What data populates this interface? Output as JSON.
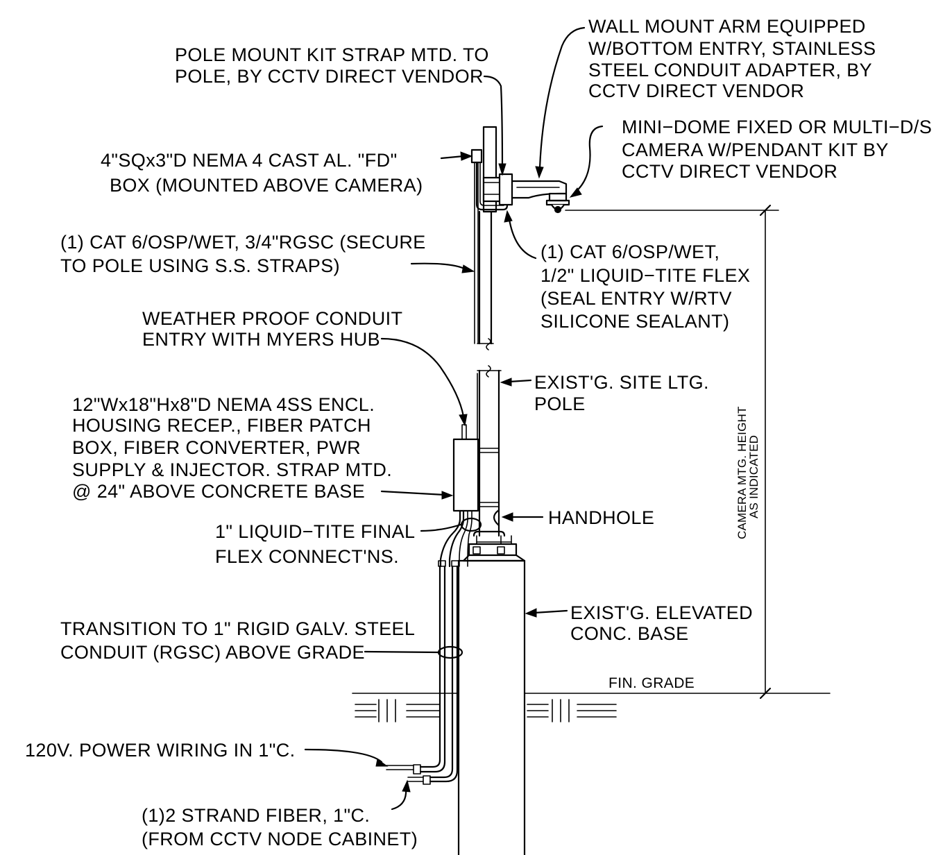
{
  "labels": {
    "pole_mount_kit": [
      "POLE MOUNT KIT STRAP MTD. TO",
      "POLE, BY CCTV DIRECT VENDOR"
    ],
    "wall_mount_arm": [
      "WALL MOUNT ARM EQUIPPED",
      "W/BOTTOM ENTRY, STAINLESS",
      "STEEL CONDUIT ADAPTER, BY",
      "CCTV DIRECT VENDOR"
    ],
    "mini_dome": [
      "MINI−DOME FIXED OR MULTI−D/S",
      "CAMERA W/PENDANT KIT BY",
      "CCTV DIRECT VENDOR"
    ],
    "fd_box": [
      "4\"SQx3\"D NEMA 4 CAST AL. \"FD\"",
      "BOX (MOUNTED ABOVE CAMERA)"
    ],
    "cat6_rgsc": [
      "(1) CAT 6/OSP/WET, 3/4\"RGSC (SECURE",
      "TO POLE USING S.S. STRAPS)"
    ],
    "cat6_flex": [
      "(1) CAT 6/OSP/WET,",
      "1/2\" LIQUID−TITE FLEX",
      "(SEAL ENTRY W/RTV",
      "SILICONE SEALANT)"
    ],
    "weatherproof_entry": [
      "WEATHER PROOF CONDUIT",
      "ENTRY WITH MYERS HUB"
    ],
    "site_pole": [
      "EXIST'G. SITE LTG.",
      "POLE"
    ],
    "enclosure": [
      "12\"Wx18\"Hx8\"D NEMA 4SS ENCL.",
      "HOUSING RECEP., FIBER PATCH",
      "BOX, FIBER CONVERTER, PWR",
      "SUPPLY & INJECTOR.  STRAP MTD.",
      "@ 24\" ABOVE CONCRETE BASE"
    ],
    "handhole": [
      "HANDHOLE"
    ],
    "liquid_tite": [
      "1\" LIQUID−TITE FINAL",
      "FLEX CONNECT'NS."
    ],
    "elevated_base": [
      "EXIST'G. ELEVATED",
      "CONC. BASE"
    ],
    "transition": [
      "TRANSITION TO 1\" RIGID GALV. STEEL",
      "CONDUIT (RGSC) ABOVE GRADE"
    ],
    "fin_grade": [
      "FIN. GRADE"
    ],
    "power_wiring": [
      "120V. POWER WIRING IN 1\"C."
    ],
    "fiber": [
      "(1)2 STRAND FIBER, 1\"C.",
      "(FROM CCTV NODE CABINET)"
    ],
    "mounting_height": [
      "CAMERA MTG. HEIGHT",
      "AS INDICATED"
    ]
  }
}
